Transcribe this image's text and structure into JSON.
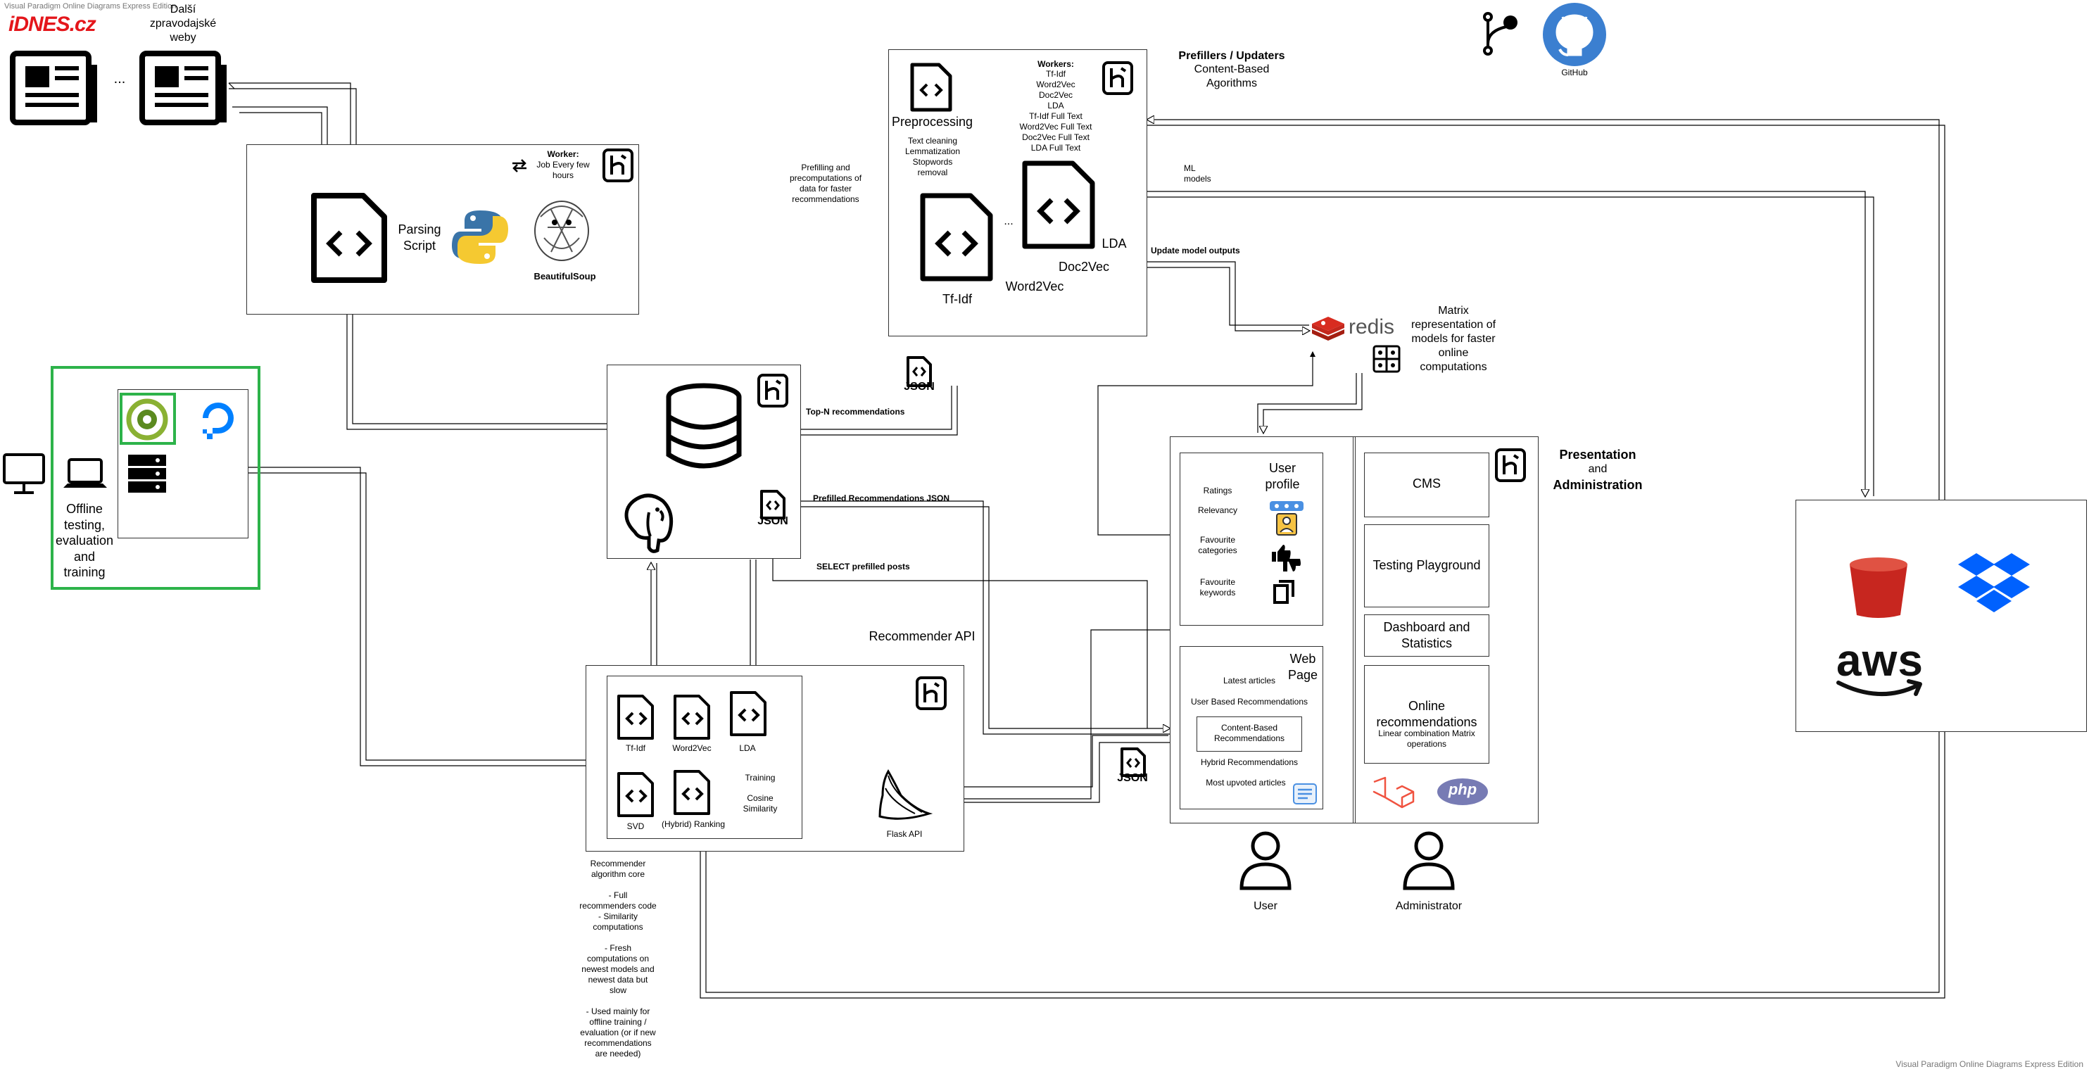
{
  "watermark_top": "Visual Paradigm Online Diagrams Express Edition",
  "watermark_bottom": "Visual Paradigm Online Diagrams Express Edition",
  "sources": {
    "idnes_logo": "iDNES.cz",
    "other_sites_label": "Další zpravodajské weby",
    "ellipsis": "..."
  },
  "parsing": {
    "script_label": "Parsing Script",
    "worker_title": "Worker:",
    "worker_desc": "Job Every few hours",
    "bs_label": "BeautifulSoup"
  },
  "prefill": {
    "header_bold": "Prefillers / Updaters",
    "header_sub": "Content-Based Agorithms",
    "preprocessing_label": "Preprocessing",
    "preprocessing_steps": "Text cleaning Lemmatization Stopwords removal",
    "workers_title": "Workers:",
    "workers_list": [
      "Tf-Idf",
      "Word2Vec",
      "Doc2Vec",
      "LDA",
      "Tf-Idf Full Text",
      "Word2Vec Full Text",
      "Doc2Vec Full Text",
      "LDA Full Text"
    ],
    "tfidf": "Tf-Idf",
    "word2vec": "Word2Vec",
    "doc2vec": "Doc2Vec",
    "lda": "LDA",
    "ellipsis": "...",
    "side_note": "Prefilling and precomputations of data for faster recommendations",
    "ml_models": "ML models",
    "update_model_outputs": "Update model outputs"
  },
  "json_badges": {
    "label": "JSON"
  },
  "database": {
    "top_n": "Top-N recommendations",
    "prefilled_json": "Prefilled Recommendations JSON",
    "select_prefilled": "SELECT prefilled posts"
  },
  "redis": {
    "logo": "redis",
    "description": "Matrix representation of models for faster online computations"
  },
  "github": {
    "label": "GitHub"
  },
  "offline": {
    "label": "Offline testing, evaluation and training"
  },
  "recommender": {
    "title": "Recommender API",
    "models": [
      "Tf-Idf",
      "Word2Vec",
      "LDA",
      "SVD",
      "(Hybrid) Ranking"
    ],
    "training": "Training",
    "cosine": "Cosine Similarity",
    "flask": "Flask API",
    "core_note": "Recommender algorithm core\n\n- Full recommenders code\n- Similarity computations\n\n- Fresh computations on newest models and newest data but slow\n\n- Used mainly for offline training / evaluation (or if new recommendations are needed)"
  },
  "presentation": {
    "title_bold1": "Presentation",
    "title_mid": "and",
    "title_bold2": "Administration",
    "user_profile_title": "User profile",
    "profile_items": [
      "Ratings",
      "Relevancy",
      "Favourite categories",
      "Favourite keywords"
    ],
    "web_page_title": "Web Page",
    "web_items": {
      "latest": "Latest articles",
      "user_based": "User Based Recommendations",
      "content_based": "Content-Based Recommendations",
      "hybrid": "Hybrid Recommendations",
      "most_upvoted": "Most upvoted articles"
    },
    "admin_items": {
      "cms": "CMS",
      "testing": "Testing Playground",
      "dashboard": "Dashboard and Statistics",
      "online_title": "Online recommendations",
      "online_sub": "Linear combination Matrix operations"
    },
    "php_logo": "php",
    "user_label": "User",
    "admin_label": "Administrator"
  },
  "storage": {
    "aws_logo": "aws"
  },
  "colors": {
    "green_border": "#2db34a",
    "redis_red": "#d82c20",
    "python_blue": "#3a74a8",
    "python_yellow": "#f5c931",
    "aws_red": "#c7261f",
    "dropbox_blue": "#0061fe"
  }
}
